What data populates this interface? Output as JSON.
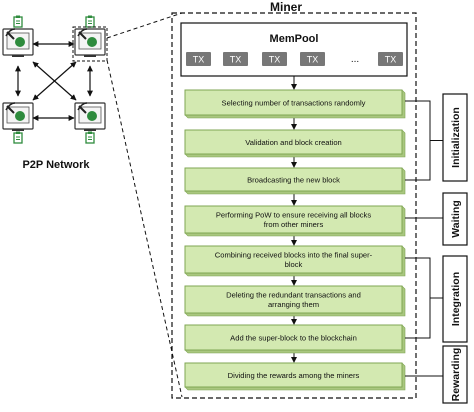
{
  "network": {
    "label": "P2P Network"
  },
  "miner": {
    "title": "Miner"
  },
  "mempool": {
    "title": "MemPool",
    "tx_label": "TX",
    "ellipsis": "..."
  },
  "steps": [
    {
      "text": [
        "Selecting number of transactions randomly"
      ]
    },
    {
      "text": [
        "Validation and block creation"
      ]
    },
    {
      "text": [
        "Broadcasting the new block"
      ]
    },
    {
      "text": [
        "Performing PoW to ensure receiving all blocks",
        "from other miners"
      ]
    },
    {
      "text": [
        "Combining received blocks into the final super-",
        "block"
      ]
    },
    {
      "text": [
        "Deleting the redundant transactions and",
        "arranging them"
      ]
    },
    {
      "text": [
        "Add the super-block to the blockchain"
      ]
    },
    {
      "text": [
        "Dividing the rewards among the miners"
      ]
    }
  ],
  "phases": [
    {
      "label": "Initialization"
    },
    {
      "label": "Waiting"
    },
    {
      "label": "Integration"
    },
    {
      "label": "Rewarding"
    }
  ],
  "colors": {
    "step_fill": "#d3e9b1",
    "step_stroke": "#7fa653",
    "tx_fill": "#777777",
    "node_icon": "#2e8b3d"
  }
}
